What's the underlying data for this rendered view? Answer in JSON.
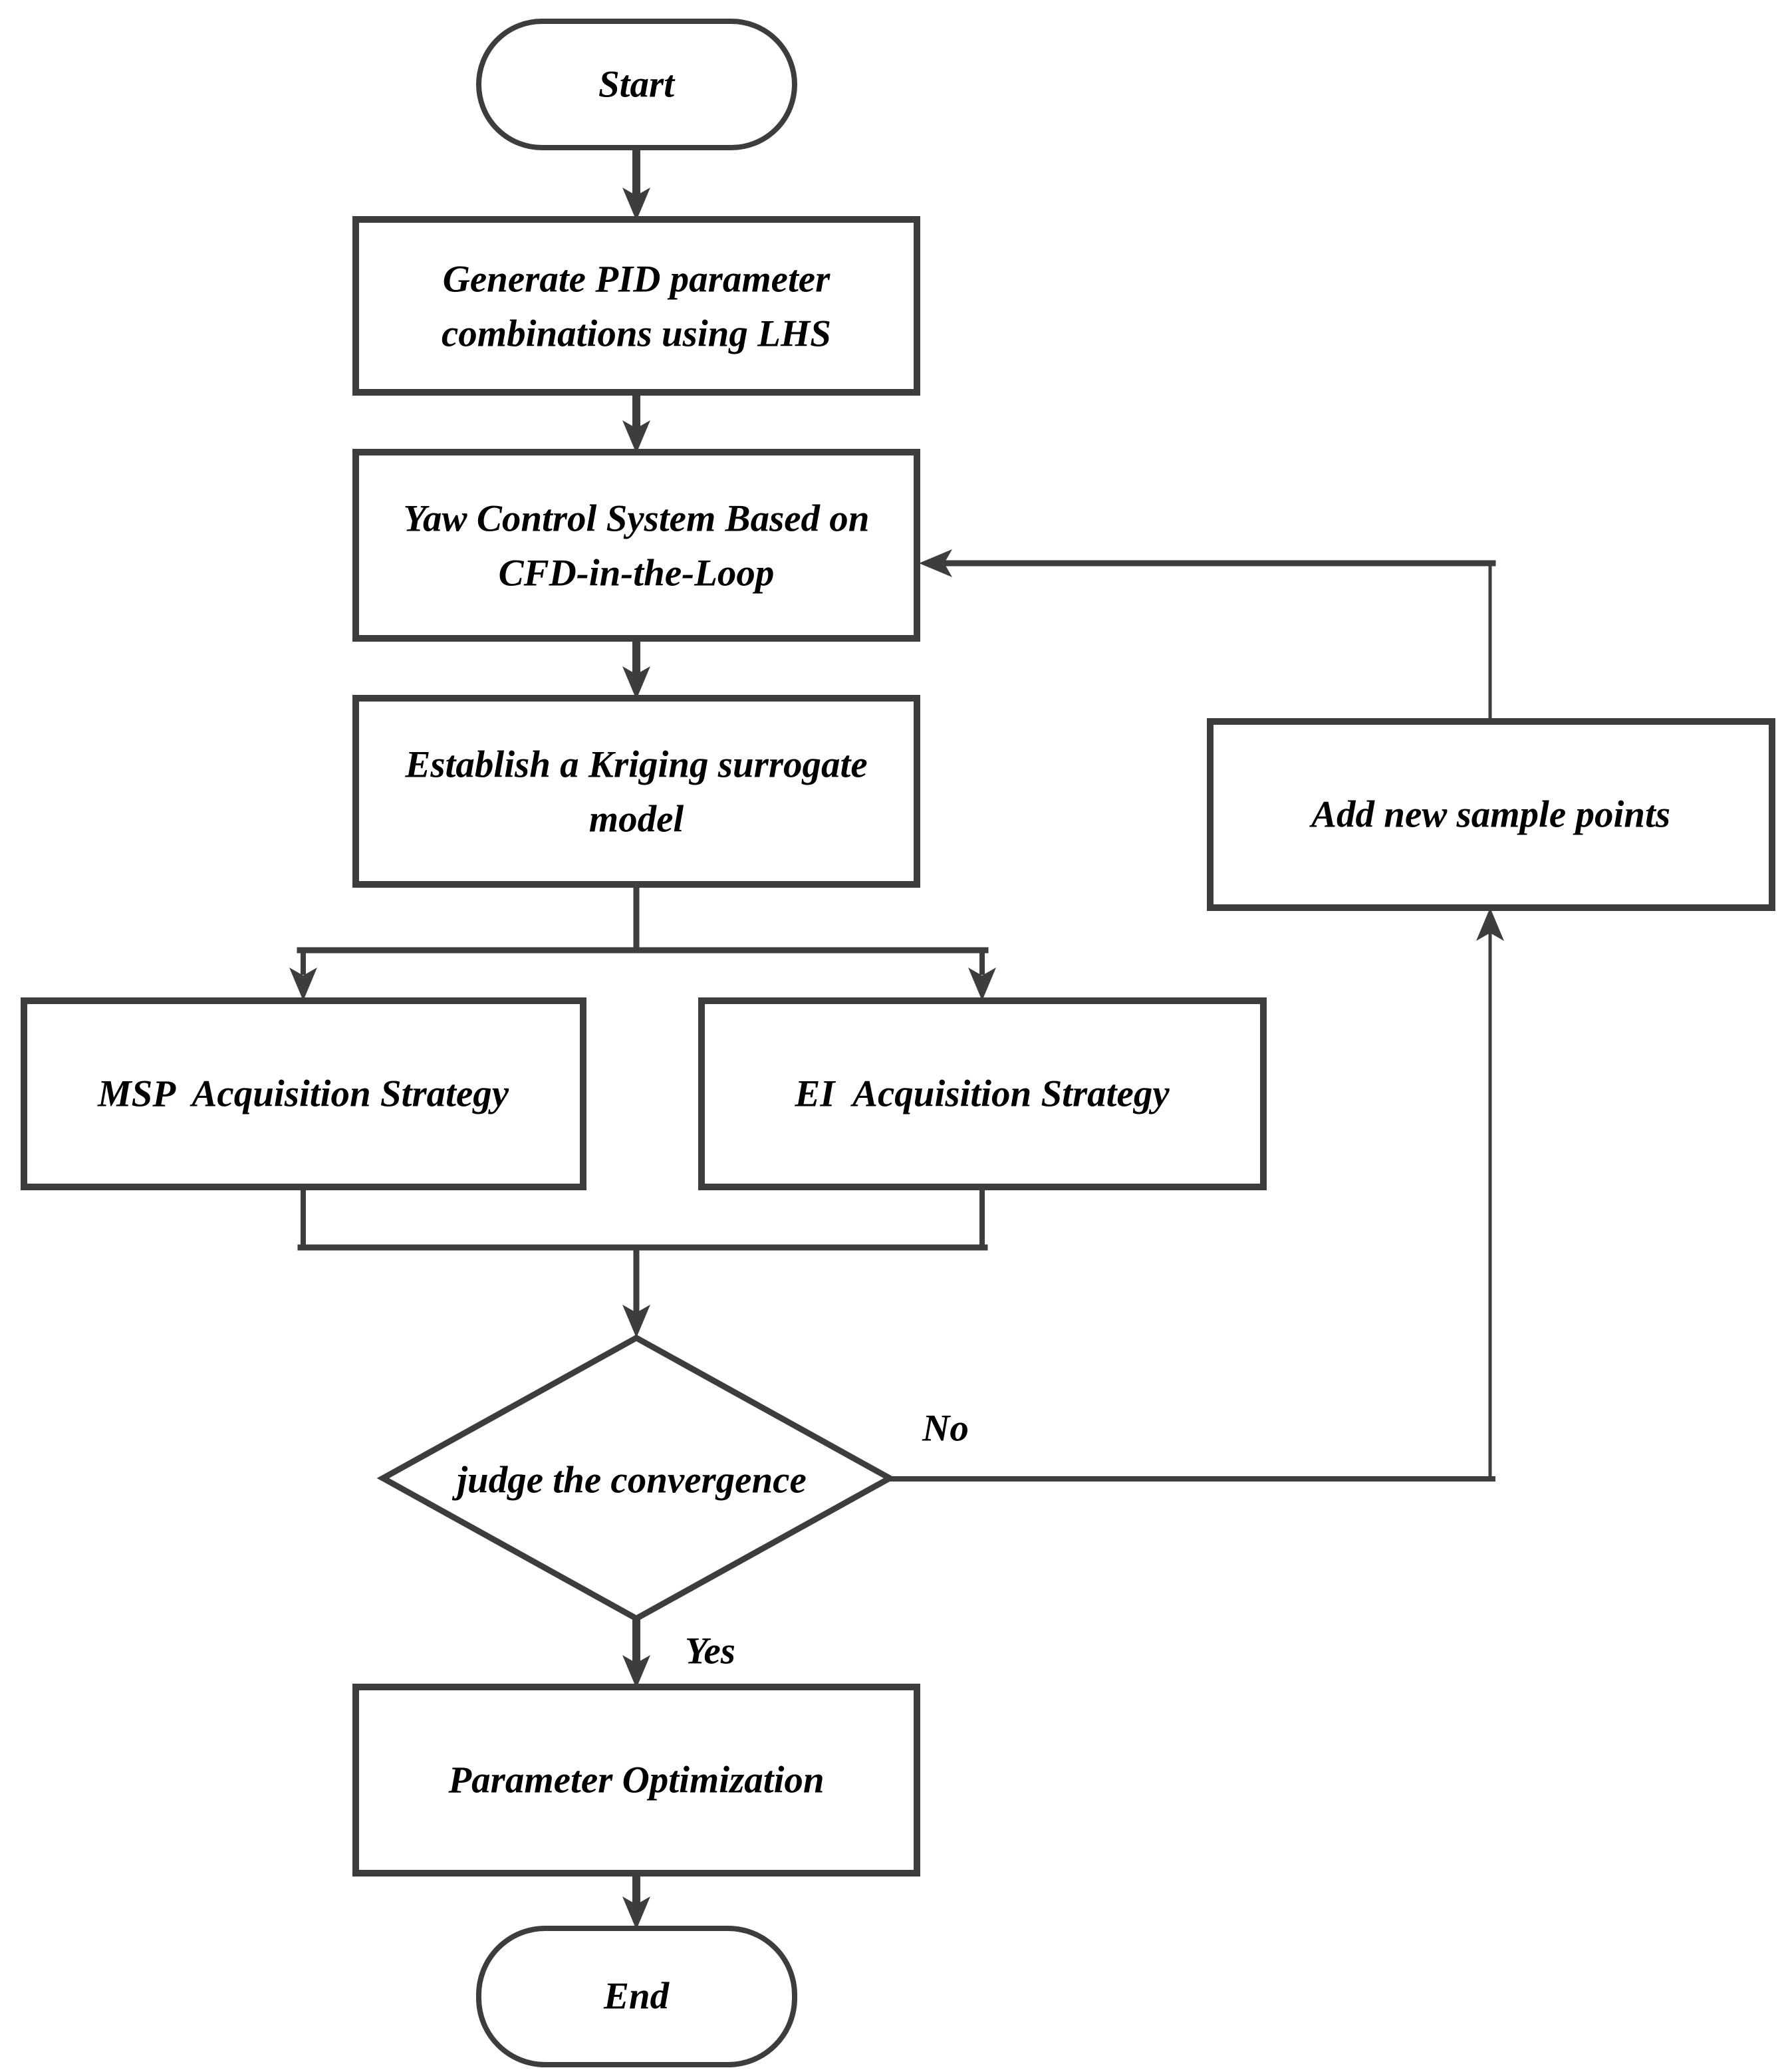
{
  "diagram": {
    "type": "flowchart",
    "description": "Surrogate-based PID parameter optimization flowchart",
    "colors": {
      "line": "#3d3d3d",
      "text": "#000000",
      "background": "#ffffff"
    }
  },
  "nodes": {
    "start": {
      "label": "Start",
      "shape": "terminator"
    },
    "generate": {
      "line1": "Generate PID parameter",
      "line2": "combinations using LHS",
      "shape": "process"
    },
    "yaw": {
      "line1": "Yaw Control System Based on",
      "line2": "CFD-in-the-Loop",
      "shape": "process"
    },
    "kriging": {
      "line1": "Establish a Kriging surrogate",
      "line2": "model",
      "shape": "process"
    },
    "msp": {
      "label": "MSP  Acquisition Strategy",
      "shape": "process"
    },
    "ei": {
      "label": "EI  Acquisition Strategy",
      "shape": "process"
    },
    "judge": {
      "label": "judge the convergence",
      "shape": "decision"
    },
    "add": {
      "label": "Add new sample points",
      "shape": "process"
    },
    "param": {
      "label": "Parameter Optimization",
      "shape": "process"
    },
    "end": {
      "label": "End",
      "shape": "terminator"
    }
  },
  "edges": {
    "no_label": "No",
    "yes_label": "Yes"
  }
}
